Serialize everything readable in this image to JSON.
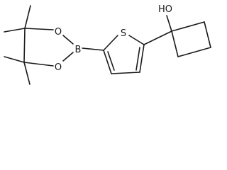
{
  "molecule": {
    "atoms": {
      "o_top": "O",
      "o_bottom": "O",
      "boron": "B",
      "sulfur": "S",
      "hydroxyl": "HO"
    }
  }
}
